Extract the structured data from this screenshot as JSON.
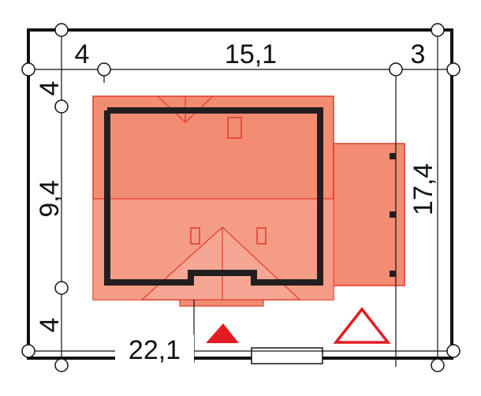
{
  "colors": {
    "background": "#ffffff",
    "line": "#111111",
    "roof_fill": "#f28c73",
    "roof_stroke": "#e23a28",
    "wall": "#231f20",
    "marker": "#e31b23"
  },
  "dimensions": {
    "top_left": "4",
    "top_middle": "15,1",
    "top_right": "3",
    "left_top": "4",
    "left_middle": "9,4",
    "left_bottom": "4",
    "bottom": "22,1",
    "right": "17,4"
  },
  "icons": [
    "filled-triangle-icon",
    "outline-triangle-icon",
    "dimension-node-icon"
  ]
}
